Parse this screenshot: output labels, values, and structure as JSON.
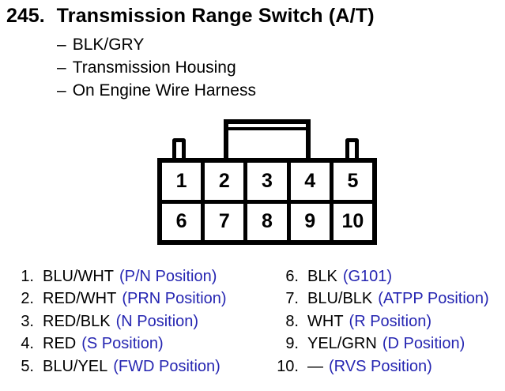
{
  "page": {
    "number": "245.",
    "title": "Transmission Range Switch (A/T)",
    "details": [
      {
        "dash": "–",
        "text": "BLK/GRY"
      },
      {
        "dash": "–",
        "text": "Transmission Housing"
      },
      {
        "dash": "–",
        "text": "On Engine Wire Harness"
      }
    ]
  },
  "connector": {
    "pins": [
      "1",
      "2",
      "3",
      "4",
      "5",
      "6",
      "7",
      "8",
      "9",
      "10"
    ]
  },
  "legend": {
    "left": [
      {
        "num": "1.",
        "wire": "BLU/WHT",
        "position": "(P/N Position)"
      },
      {
        "num": "2.",
        "wire": "RED/WHT",
        "position": "(PRN Position)"
      },
      {
        "num": "3.",
        "wire": "RED/BLK",
        "position": "(N Position)"
      },
      {
        "num": "4.",
        "wire": "RED",
        "position": "(S Position)"
      },
      {
        "num": "5.",
        "wire": "BLU/YEL",
        "position": "(FWD Position)"
      }
    ],
    "right": [
      {
        "num": "6.",
        "wire": "BLK",
        "position": "(G101)"
      },
      {
        "num": "7.",
        "wire": "BLU/BLK",
        "position": "(ATPP Position)"
      },
      {
        "num": "8.",
        "wire": "WHT",
        "position": "(R Position)"
      },
      {
        "num": "9.",
        "wire": "YEL/GRN",
        "position": "(D Position)"
      },
      {
        "num": "10.",
        "wire": "—",
        "position": "(RVS Position)"
      }
    ]
  },
  "colors": {
    "ink": "#000000",
    "position_text": "#2626b2",
    "background": "#ffffff"
  }
}
